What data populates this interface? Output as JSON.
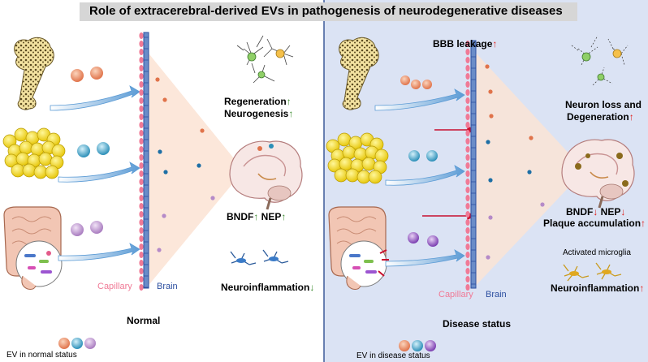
{
  "title": "Role of extracerebral-derived EVs in pathogenesis of neurodegenerative diseases",
  "left_panel": {
    "status_label": "Normal",
    "capillary_label": "Capillary",
    "brain_label": "Brain",
    "regeneration_label": "Regeneration",
    "neurogenesis_label": "Neurogenesis",
    "bndf_label": "BNDF",
    "nep_label": "NEP",
    "neuroinflammation_label": "Neuroinflammation",
    "arrow_up": "↑",
    "arrow_down": "↓",
    "legend_label": "EV in normal status"
  },
  "right_panel": {
    "status_label": "Disease status",
    "bbb_label": "BBB leakage",
    "neuron_loss_label": "Neuron loss and",
    "degeneration_label": "Degeneration",
    "bndf_label": "BNDF",
    "nep_label": "NEP",
    "plaque_label": "Plaque accumulation",
    "microglia_label": "Activated microglia",
    "neuroinflammation_label": "Neuroinflammation",
    "capillary_label": "Capillary",
    "brain_label": "Brain",
    "arrow_up": "↑",
    "arrow_down": "↓",
    "legend_label": "EV in disease status"
  },
  "colors": {
    "left_bg": "#ffffff",
    "right_bg": "#dbe3f4",
    "title_bg": "#d6d6d6",
    "capillary_pink": "#f07a96",
    "brain_blue": "#2c4fa0",
    "ev_orange": "#e58a55",
    "ev_blue": "#3aa3c6",
    "ev_purple": "#b58ac8",
    "ev_purple_dark": "#9a5cc6",
    "cone_fill": "#fbe3d3",
    "arrow_blue": "#6fa8dc",
    "red_arrow": "#c8102e",
    "divider": "#3d5a99"
  }
}
